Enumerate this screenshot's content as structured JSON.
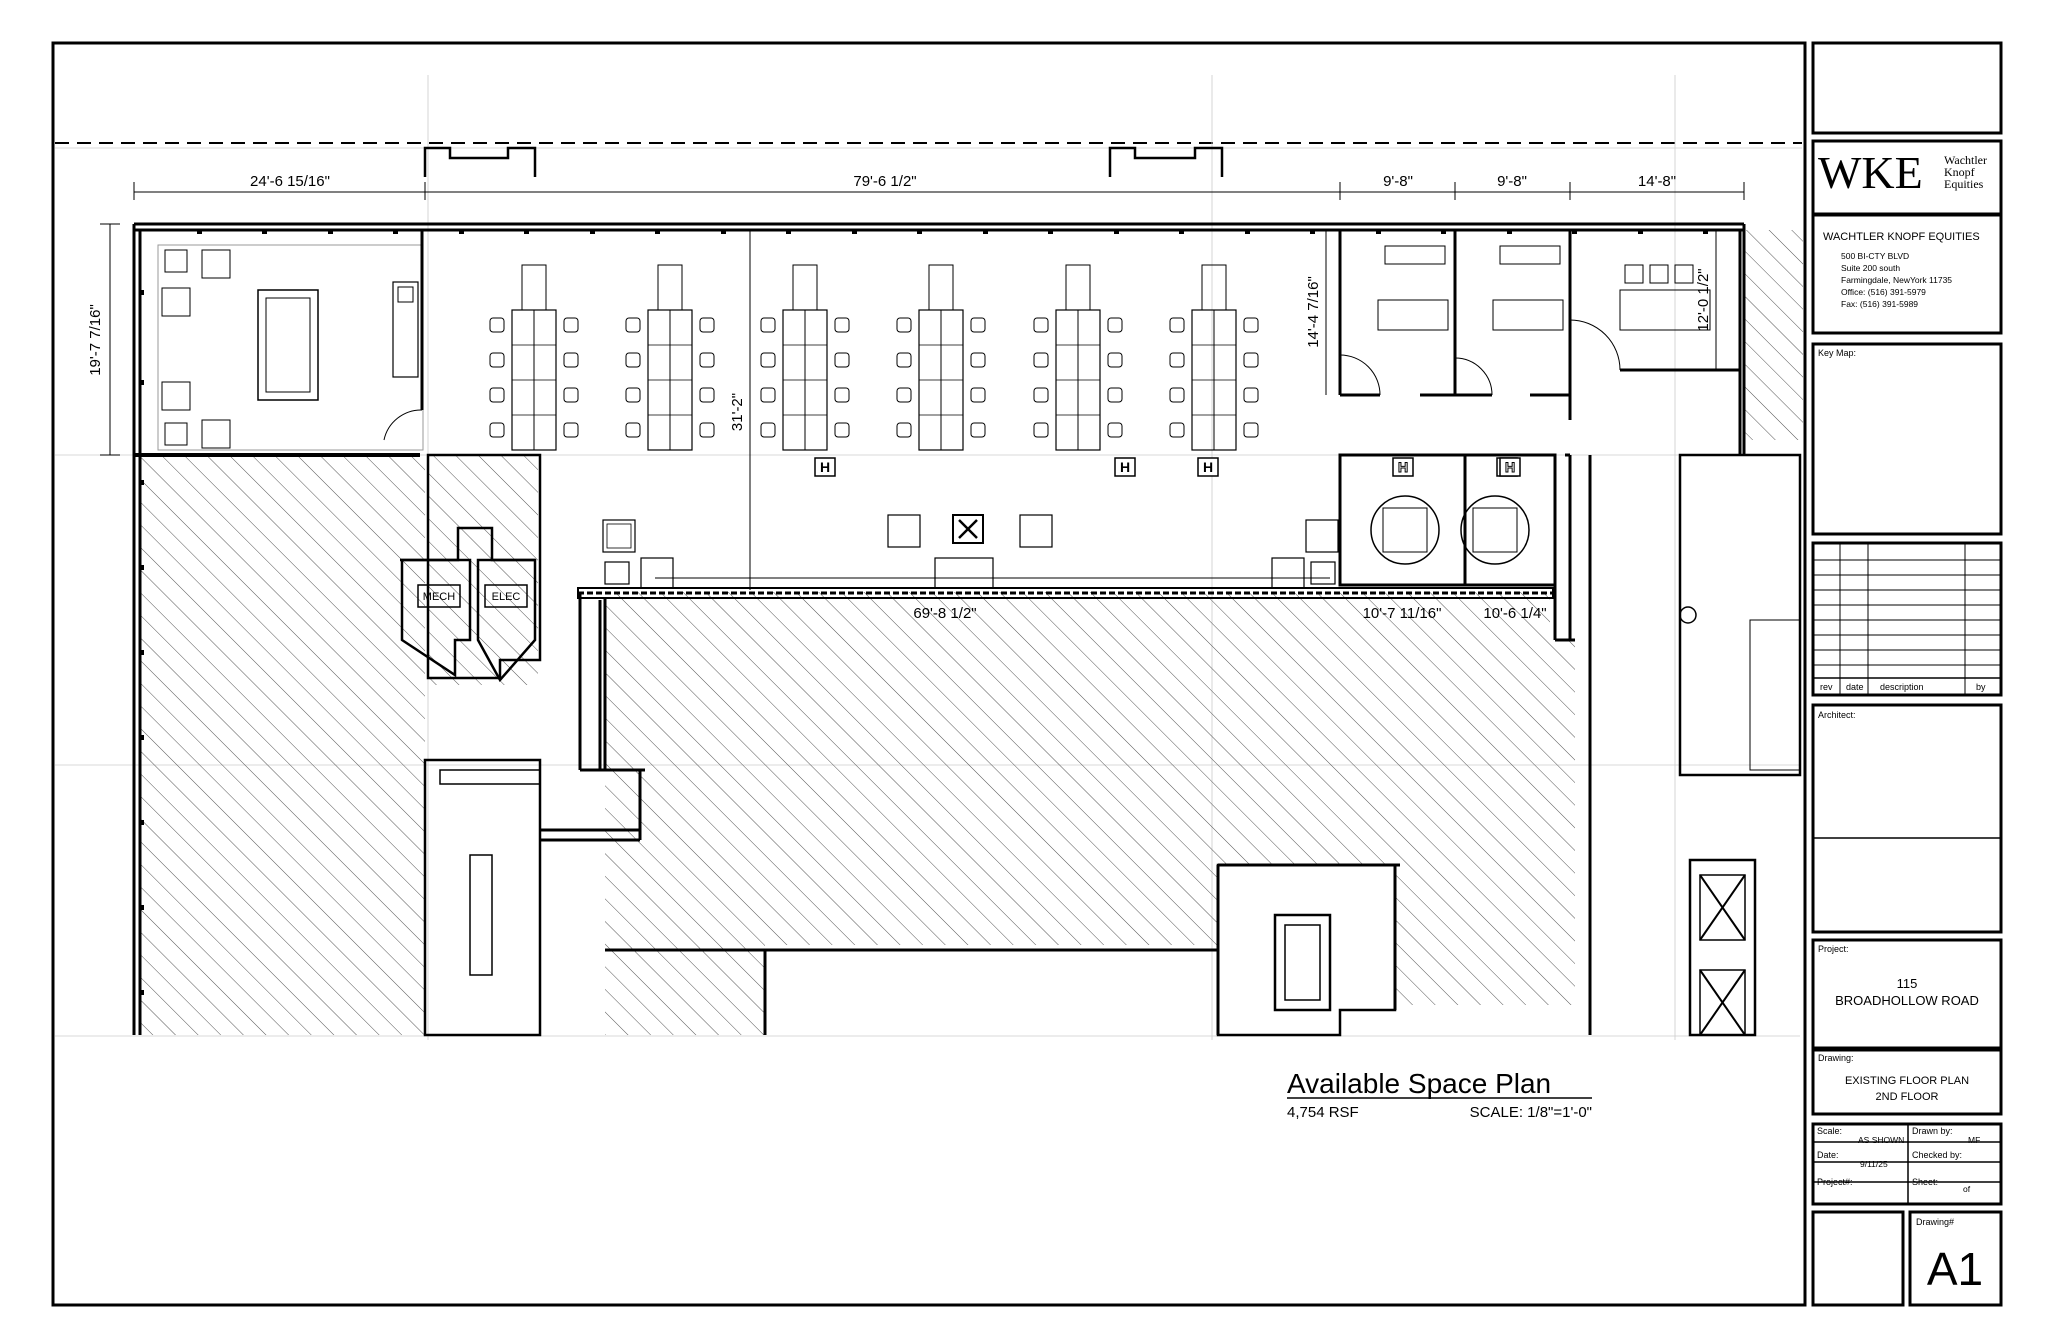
{
  "plan": {
    "dimensions": {
      "d1": "24'-6 15/16\"",
      "d2": "79'-6 1/2\"",
      "d3": "9'-8\"",
      "d4": "9'-8\"",
      "d5": "14'-8\"",
      "d6": "19'-7 7/16\"",
      "d7": "14'-4 7/16\"",
      "d8": "12'-0 1/2\"",
      "d9": "31'-2\"",
      "d10": "69'-8 1/2\"",
      "d11": "10'-7 11/16\"",
      "d12": "10'-6 1/4\""
    },
    "rooms": {
      "mech": "MECH",
      "elec": "ELEC"
    },
    "caption": {
      "title": "Available Space Plan",
      "area": "4,754 RSF",
      "scale": "SCALE: 1/8\"=1'-0\""
    }
  },
  "titleblock": {
    "logo": {
      "letters": "WKE",
      "line1": "Wachtler",
      "line2": "Knopf",
      "line3": "Equities"
    },
    "company": {
      "name": "WACHTLER KNOPF EQUITIES",
      "address1": "500 BI-CTY BLVD",
      "address2": "Suite 200 south",
      "city": "Farmingdale,  NewYork 11735",
      "office": "Office:  (516) 391-5979",
      "fax": "Fax:     (516) 391-5989"
    },
    "keymap_label": "Key Map:",
    "revisions": {
      "rev": "rev",
      "date": "date",
      "description": "description",
      "by": "by"
    },
    "architect_label": "Architect:",
    "project_label": "Project:",
    "project_line1": "115",
    "project_line2": "BROADHOLLOW ROAD",
    "drawing_label": "Drawing:",
    "drawing_line1": "EXISTING FLOOR PLAN",
    "drawing_line2": "2ND FLOOR",
    "scale_label": "Scale:",
    "scale_value": "AS SHOWN",
    "drawn_label": "Drawn by:",
    "drawn_value": "MF",
    "date_label": "Date:",
    "date_value": "9/11/25",
    "checked_label": "Checked by:",
    "projectno_label": "Project#:",
    "sheet_label": "Sheet:",
    "sheet_value": "of",
    "drawingno_label": "Drawing#",
    "drawingno_value": "A1"
  }
}
